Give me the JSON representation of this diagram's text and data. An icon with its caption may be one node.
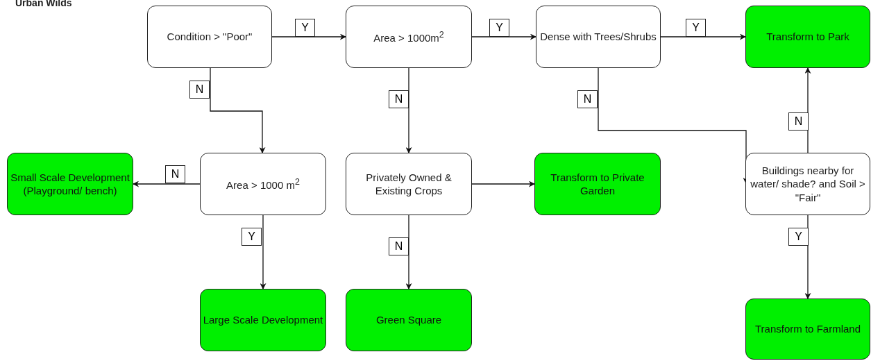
{
  "diagram": {
    "title": "Urban Wilds",
    "nodes": [
      {
        "text": [
          "Condition > \"Poor\""
        ]
      },
      {
        "text": [
          "Area > 1000m$^{2}$"
        ]
      },
      {
        "text": [
          "Dense with Trees/Shrubs"
        ]
      },
      {
        "text": [
          "Transform to Park"
        ]
      },
      {
        "text": [
          "Small Scale Development (Playground/ bench)"
        ]
      },
      {
        "text": [
          "Area > 1000 m$^{2}$"
        ]
      },
      {
        "text": [
          "Privately Owned & Existing Crops"
        ]
      },
      {
        "text": [
          "Transform to Private Garden"
        ]
      },
      {
        "text": [
          "Buildings nearby for water/ shade? and Soil > \"Fair\""
        ]
      },
      {
        "text": [
          "Large Scale Development"
        ]
      },
      {
        "text": [
          "Green Square"
        ]
      },
      {
        "text": [
          "Transform to Farmland"
        ]
      }
    ],
    "edges": [
      {
        "from": 0,
        "to": 1,
        "arrow": "to",
        "label": "Y"
      },
      {
        "from": 1,
        "to": 2,
        "arrow": "to",
        "label": "Y"
      },
      {
        "from": 2,
        "to": 3,
        "arrow": "to",
        "label": "Y"
      },
      {
        "from": 0,
        "to": 5,
        "arrow": "to",
        "label": "N"
      },
      {
        "from": 1,
        "to": 6,
        "arrow": "to",
        "label": "N"
      },
      {
        "from": 5,
        "to": 4,
        "arrow": "to",
        "label": "N"
      },
      {
        "from": 5,
        "to": 9,
        "arrow": "to",
        "label": "Y"
      },
      {
        "from": 6,
        "to": 7,
        "arrow": "to"
      },
      {
        "from": 6,
        "to": 10,
        "arrow": "to",
        "label": "N"
      },
      {
        "from": 2,
        "to": 8,
        "arrow": "to",
        "label": "N"
      },
      {
        "from": 8,
        "to": 3,
        "arrow": "to",
        "label": "N"
      },
      {
        "from": 8,
        "to": 11,
        "arrow": "to",
        "label": "Y"
      }
    ]
  }
}
